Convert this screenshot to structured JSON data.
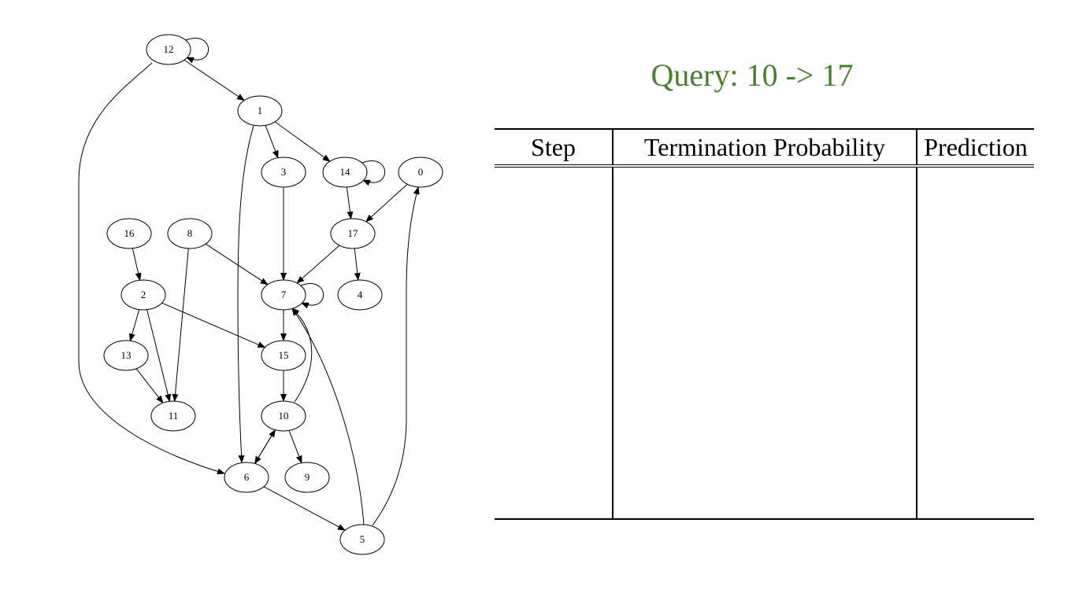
{
  "query": {
    "title": "Query: 10 -> 17"
  },
  "graph": {
    "nodes": [
      "12",
      "1",
      "3",
      "14",
      "0",
      "16",
      "8",
      "17",
      "2",
      "7",
      "4",
      "13",
      "15",
      "11",
      "10",
      "6",
      "9",
      "5"
    ],
    "edges": [
      [
        "12",
        "12"
      ],
      [
        "12",
        "1"
      ],
      [
        "12",
        "6"
      ],
      [
        "1",
        "3"
      ],
      [
        "1",
        "14"
      ],
      [
        "1",
        "6"
      ],
      [
        "3",
        "7"
      ],
      [
        "14",
        "14"
      ],
      [
        "14",
        "17"
      ],
      [
        "0",
        "17"
      ],
      [
        "16",
        "2"
      ],
      [
        "8",
        "7"
      ],
      [
        "8",
        "11"
      ],
      [
        "17",
        "7"
      ],
      [
        "17",
        "4"
      ],
      [
        "2",
        "13"
      ],
      [
        "2",
        "11"
      ],
      [
        "2",
        "15"
      ],
      [
        "7",
        "7"
      ],
      [
        "7",
        "15"
      ],
      [
        "13",
        "11"
      ],
      [
        "15",
        "10"
      ],
      [
        "10",
        "7"
      ],
      [
        "10",
        "6"
      ],
      [
        "10",
        "9"
      ],
      [
        "6",
        "10"
      ],
      [
        "6",
        "5"
      ],
      [
        "5",
        "7"
      ],
      [
        "5",
        "0"
      ]
    ]
  },
  "table": {
    "headers": [
      "Step",
      "Termination Probability",
      "Prediction"
    ],
    "rows": []
  }
}
